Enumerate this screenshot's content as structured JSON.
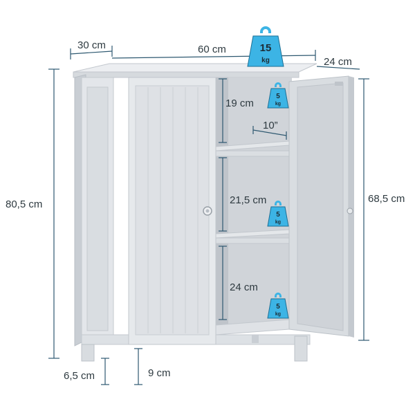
{
  "image": {
    "subject": "grey-white two-door floor cabinet with dimension callouts",
    "colors": {
      "cabinet": "#dfe2e6",
      "cabinet_shade": "#c9ced4",
      "cabinet_dark": "#b8bec5",
      "interior": "#d2d6db",
      "dimension_line": "#2d5870",
      "weight_icon": "#3cb4e5",
      "label_text": "#2e3a40"
    }
  },
  "dimensions": {
    "depth": "30 cm",
    "width": "60 cm",
    "inner_depth": "24 cm",
    "total_height": "80,5 cm",
    "door_height": "68,5 cm",
    "compartment_top": "19 cm",
    "shelf_depth": "10”",
    "compartment_middle": "21,5 cm",
    "compartment_bottom": "24 cm",
    "leg_height": "6,5 cm",
    "ground_clearance": "9 cm"
  },
  "weights": {
    "top_load": {
      "value": "15",
      "unit": "kg",
      "icon": "weight-icon"
    },
    "shelf_top": {
      "value": "5",
      "unit": "kg",
      "icon": "weight-icon"
    },
    "shelf_middle": {
      "value": "5",
      "unit": "kg",
      "icon": "weight-icon"
    },
    "shelf_bottom": {
      "value": "5",
      "unit": "kg",
      "icon": "weight-icon"
    }
  }
}
